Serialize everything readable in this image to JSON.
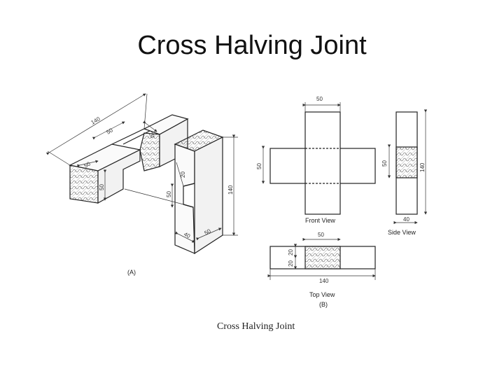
{
  "slide": {
    "title": "Cross Halving Joint"
  },
  "figure": {
    "caption": "Cross Halving Joint",
    "isometric": {
      "label": "(A)",
      "dims": {
        "length": "140",
        "notch": "50",
        "depth_top": "20",
        "width": "50",
        "height": "50",
        "right_height": "140",
        "notch_side": "20",
        "notch_len": "50",
        "base_a": "40",
        "base_b": "50"
      }
    },
    "front_view": {
      "label": "Front View",
      "dims": {
        "top": "50",
        "left": "50"
      }
    },
    "side_view": {
      "label": "Side View",
      "dims": {
        "left": "50",
        "height": "140",
        "bottom": "40"
      }
    },
    "top_view": {
      "label": "Top View",
      "sub": "(B)",
      "dims": {
        "top": "50",
        "left_a": "20",
        "left_b": "20",
        "bottom": "140"
      }
    }
  }
}
